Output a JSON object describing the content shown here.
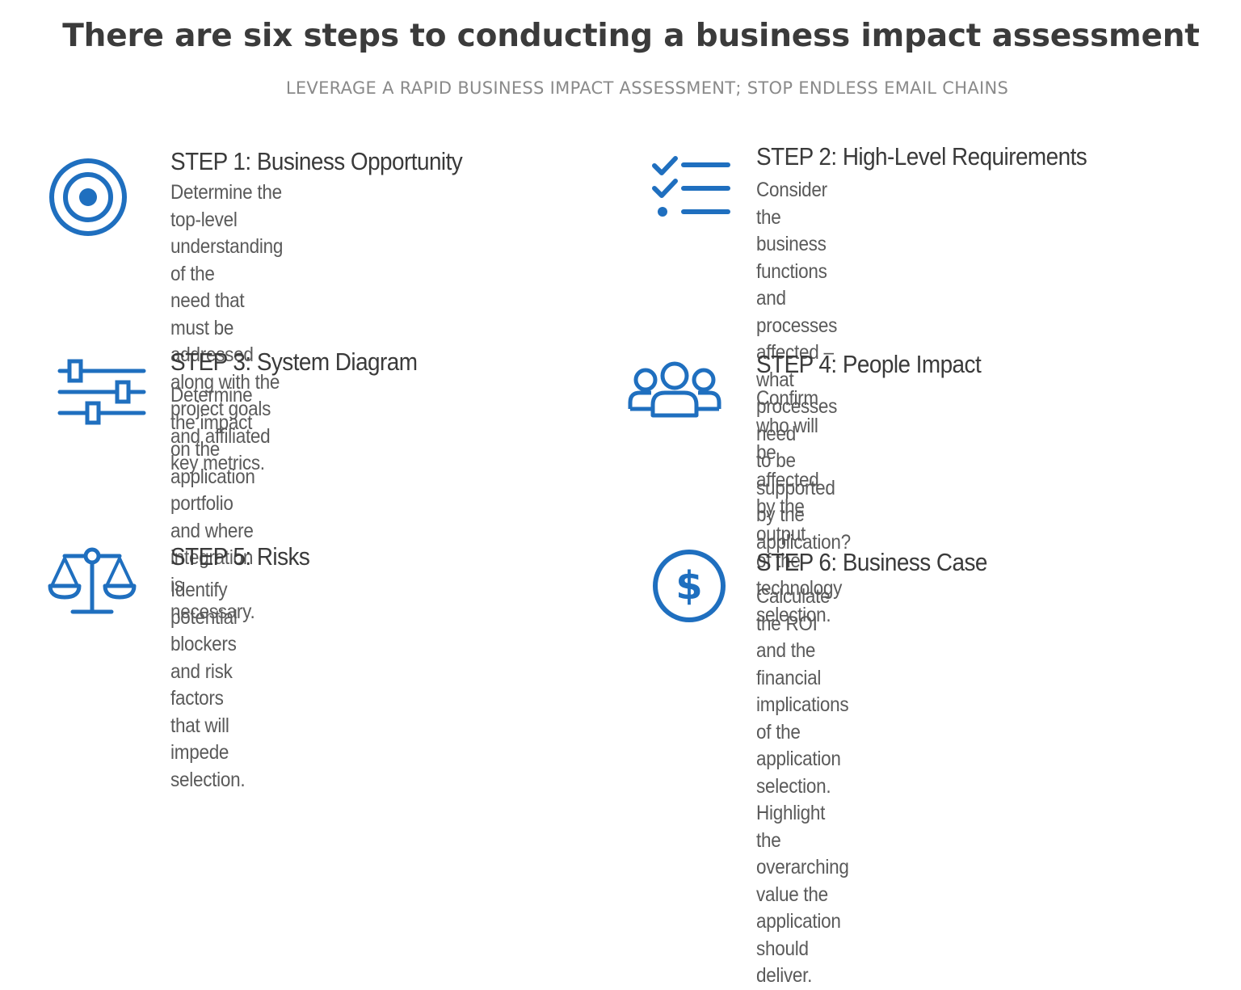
{
  "title": "There are six steps to conducting a business impact assessment",
  "subtitle": "LEVERAGE A RAPID BUSINESS IMPACT ASSESSMENT; STOP ENDLESS EMAIL CHAINS",
  "accent_color": "#1f6fbf",
  "steps": [
    {
      "icon": "target-icon",
      "heading": "STEP 1: Business Opportunity",
      "description": "Determine the top-level understanding of the\nneed that must be addressed along with the\nproject goals and affiliated key metrics."
    },
    {
      "icon": "checklist-icon",
      "heading": "STEP 2: High-Level Requirements",
      "description": "Consider the business functions and\nprocesses affected – what processes need\nto be supported by the application?"
    },
    {
      "icon": "sliders-icon",
      "heading": "STEP 3: System Diagram",
      "description": "Determine the impact on the application\nportfolio and where integration is\nnecessary."
    },
    {
      "icon": "people-icon",
      "heading": "STEP 4: People Impact",
      "description": "Confirm who will be affected by the output\nof the technology selection."
    },
    {
      "icon": "scale-icon",
      "heading": "STEP 5: Risks",
      "description": "Identify potential blockers and risk factors\nthat will impede selection."
    },
    {
      "icon": "dollar-icon",
      "heading": "STEP 6: Business Case",
      "description": "Calculate the ROI and the financial\nimplications of the application selection.\nHighlight the overarching value the\napplication should deliver."
    }
  ]
}
